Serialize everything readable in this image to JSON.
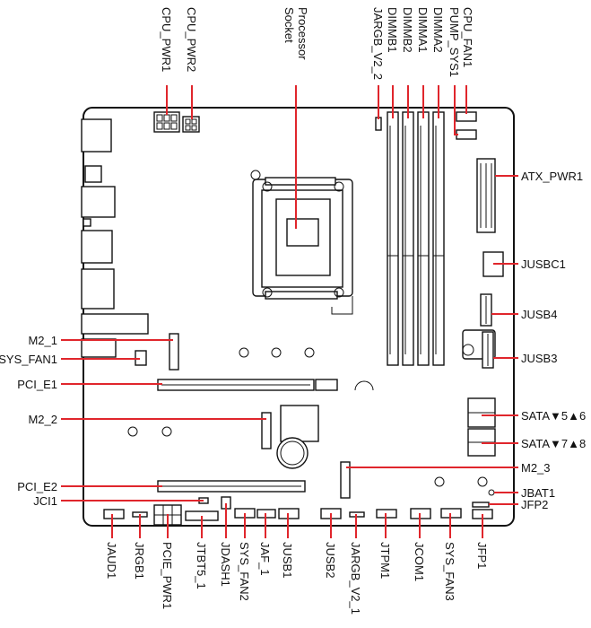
{
  "labels": {
    "top": {
      "cpu_pwr1": "CPU_PWR1",
      "cpu_pwr2": "CPU_PWR2",
      "processor_socket_line1": "Processor",
      "processor_socket_line2": "Socket",
      "jargb_v2_2": "JARGB_V2_2",
      "dimmb1": "DIMMB1",
      "dimmb2": "DIMMB2",
      "dimma1": "DIMMA1",
      "dimma2": "DIMMA2",
      "pump_sys1": "PUMP_SYS1",
      "cpu_fan1": "CPU_FAN1"
    },
    "right": {
      "atx_pwr1": "ATX_PWR1",
      "jusbc1": "JUSBC1",
      "jusb4": "JUSB4",
      "jusb3": "JUSB3",
      "sata56": "SATA▼5▲6",
      "sata78": "SATA▼7▲8",
      "m2_3": "M2_3",
      "jbat1": "JBAT1",
      "jfp2": "JFP2"
    },
    "left": {
      "m2_1": "M2_1",
      "sys_fan1": "SYS_FAN1",
      "pci_e1": "PCI_E1",
      "m2_2": "M2_2",
      "pci_e2": "PCI_E2",
      "jci1": "JCI1"
    },
    "bottom": {
      "jaud1": "JAUD1",
      "jrgb1": "JRGB1",
      "pcie_pwr1": "PCIE_PWR1",
      "jtbt5_1": "JTBT5_1",
      "jdash1": "JDASH1",
      "sys_fan2": "SYS_FAN2",
      "jaf_1": "JAF_1",
      "jusb1": "JUSB1",
      "jusb2": "JUSB2",
      "jargb_v2_1": "JARGB_V2_1",
      "jtpm1": "JTPM1",
      "jcom1": "JCOM1",
      "sys_fan3": "SYS_FAN3",
      "jfp1": "JFP1"
    }
  },
  "colors": {
    "leader_line": "#e0262c",
    "outline": "#111111",
    "background": "#ffffff"
  }
}
